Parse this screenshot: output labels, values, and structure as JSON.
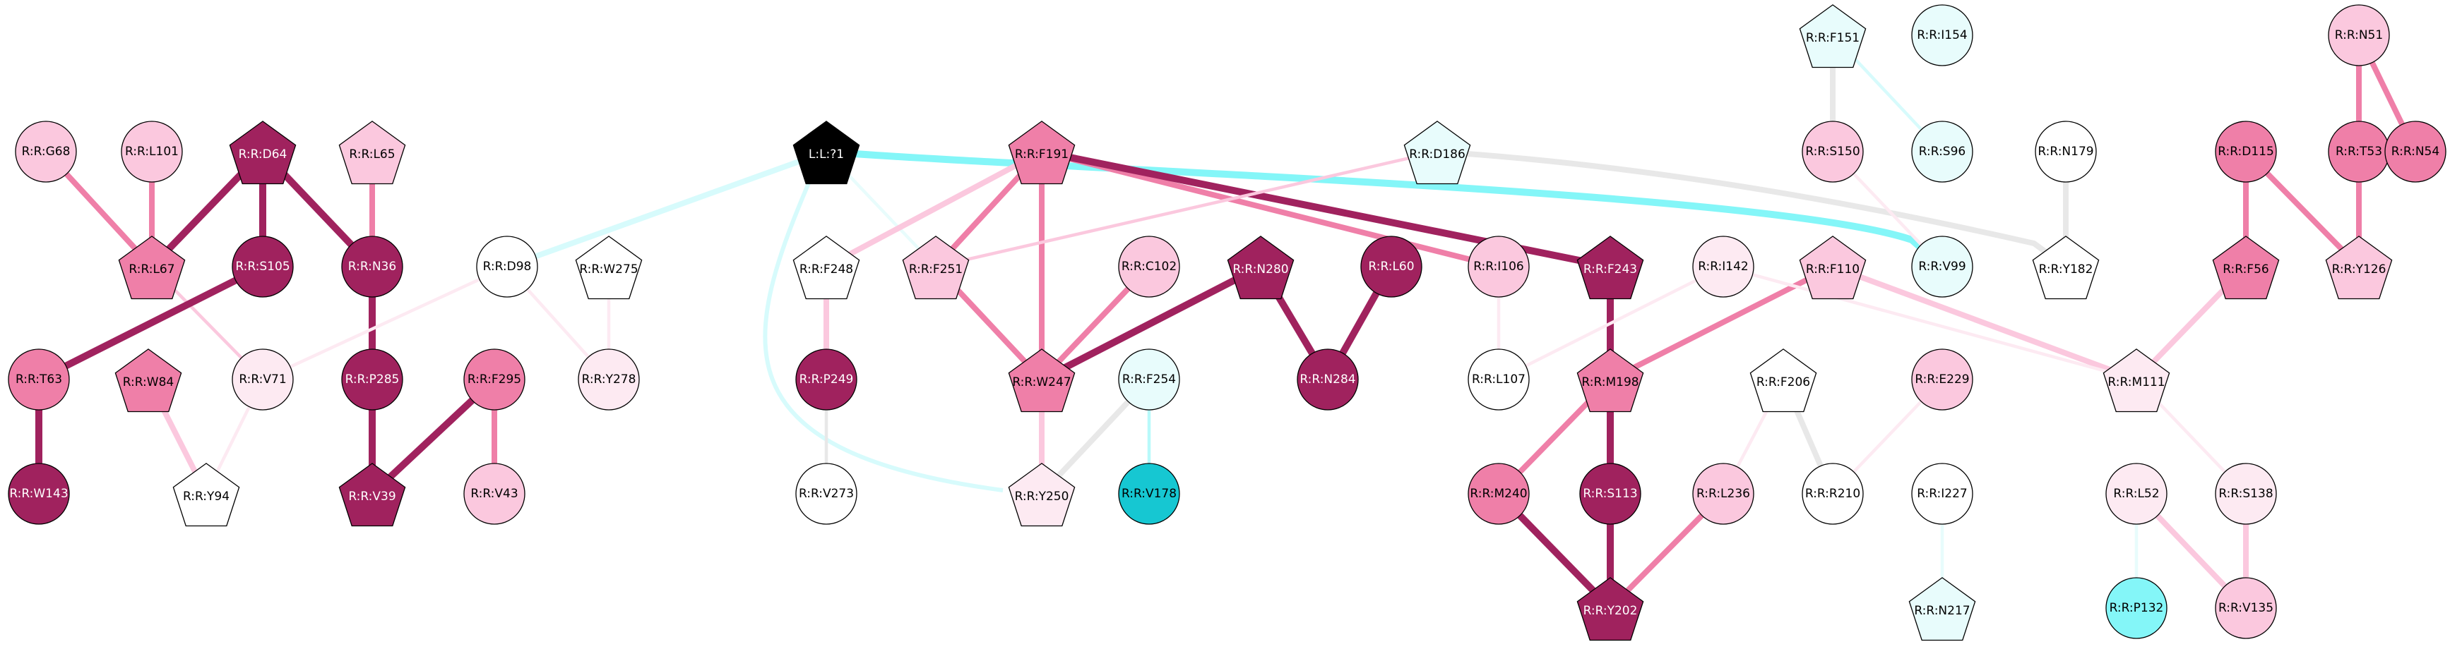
{
  "nodes": [
    {
      "id": "G68",
      "label": "R:R:G68",
      "shape": "circle",
      "fill": "#fbc8de",
      "text": "#000"
    },
    {
      "id": "L101",
      "label": "R:R:L101",
      "shape": "circle",
      "fill": "#fbc8de",
      "text": "#000"
    },
    {
      "id": "D64",
      "label": "R:R:D64",
      "shape": "pentagon",
      "fill": "#a0225e",
      "text": "#fff"
    },
    {
      "id": "L65",
      "label": "R:R:L65",
      "shape": "pentagon",
      "fill": "#fbc8de",
      "text": "#000"
    },
    {
      "id": "L67",
      "label": "R:R:L67",
      "shape": "pentagon",
      "fill": "#ef7fa8",
      "text": "#000"
    },
    {
      "id": "S105",
      "label": "R:R:S105",
      "shape": "circle",
      "fill": "#a0225e",
      "text": "#fff"
    },
    {
      "id": "N36",
      "label": "R:R:N36",
      "shape": "circle",
      "fill": "#a0225e",
      "text": "#fff"
    },
    {
      "id": "D98",
      "label": "R:R:D98",
      "shape": "circle",
      "fill": "#ffffff",
      "text": "#000"
    },
    {
      "id": "W275",
      "label": "R:R:W275",
      "shape": "pentagon",
      "fill": "#ffffff",
      "text": "#000"
    },
    {
      "id": "T63",
      "label": "R:R:T63",
      "shape": "circle",
      "fill": "#ef7fa8",
      "text": "#000"
    },
    {
      "id": "W84",
      "label": "R:R:W84",
      "shape": "pentagon",
      "fill": "#ef7fa8",
      "text": "#000"
    },
    {
      "id": "V71",
      "label": "R:R:V71",
      "shape": "circle",
      "fill": "#fdeaf2",
      "text": "#000"
    },
    {
      "id": "P285",
      "label": "R:R:P285",
      "shape": "circle",
      "fill": "#a0225e",
      "text": "#fff"
    },
    {
      "id": "F295",
      "label": "R:R:F295",
      "shape": "circle",
      "fill": "#ef7fa8",
      "text": "#000"
    },
    {
      "id": "Y278",
      "label": "R:R:Y278",
      "shape": "circle",
      "fill": "#fdeaf2",
      "text": "#000"
    },
    {
      "id": "W143",
      "label": "R:R:W143",
      "shape": "circle",
      "fill": "#a0225e",
      "text": "#fff"
    },
    {
      "id": "Y94",
      "label": "R:R:Y94",
      "shape": "pentagon",
      "fill": "#ffffff",
      "text": "#000"
    },
    {
      "id": "V39",
      "label": "R:R:V39",
      "shape": "pentagon",
      "fill": "#a0225e",
      "text": "#fff"
    },
    {
      "id": "V43",
      "label": "R:R:V43",
      "shape": "circle",
      "fill": "#fbc8de",
      "text": "#000"
    },
    {
      "id": "L71",
      "label": "L:L:?1",
      "shape": "pentagon",
      "fill": "#000000",
      "text": "#fff"
    },
    {
      "id": "F248",
      "label": "R:R:F248",
      "shape": "pentagon",
      "fill": "#ffffff",
      "text": "#000"
    },
    {
      "id": "P249",
      "label": "R:R:P249",
      "shape": "circle",
      "fill": "#a0225e",
      "text": "#fff"
    },
    {
      "id": "V273",
      "label": "R:R:V273",
      "shape": "circle",
      "fill": "#ffffff",
      "text": "#000"
    },
    {
      "id": "F191",
      "label": "R:R:F191",
      "shape": "pentagon",
      "fill": "#ef7fa8",
      "text": "#000"
    },
    {
      "id": "F251",
      "label": "R:R:F251",
      "shape": "pentagon",
      "fill": "#fbc8de",
      "text": "#000"
    },
    {
      "id": "C102",
      "label": "R:R:C102",
      "shape": "circle",
      "fill": "#fbc8de",
      "text": "#000"
    },
    {
      "id": "W247",
      "label": "R:R:W247",
      "shape": "pentagon",
      "fill": "#ef7fa8",
      "text": "#000"
    },
    {
      "id": "F254",
      "label": "R:R:F254",
      "shape": "circle",
      "fill": "#e8fcfc",
      "text": "#000"
    },
    {
      "id": "Y250",
      "label": "R:R:Y250",
      "shape": "pentagon",
      "fill": "#fdeaf2",
      "text": "#000"
    },
    {
      "id": "V178",
      "label": "R:R:V178",
      "shape": "circle",
      "fill": "#16c7d2",
      "text": "#000"
    },
    {
      "id": "N280",
      "label": "R:R:N280",
      "shape": "pentagon",
      "fill": "#a0225e",
      "text": "#fff"
    },
    {
      "id": "L60",
      "label": "R:R:L60",
      "shape": "circle",
      "fill": "#a0225e",
      "text": "#fff"
    },
    {
      "id": "N284",
      "label": "R:R:N284",
      "shape": "circle",
      "fill": "#a0225e",
      "text": "#fff"
    },
    {
      "id": "D186",
      "label": "R:R:D186",
      "shape": "pentagon",
      "fill": "#e8fcfc",
      "text": "#000"
    },
    {
      "id": "I106",
      "label": "R:R:I106",
      "shape": "circle",
      "fill": "#fbc8de",
      "text": "#000"
    },
    {
      "id": "L107",
      "label": "R:R:L107",
      "shape": "circle",
      "fill": "#ffffff",
      "text": "#000"
    },
    {
      "id": "F243",
      "label": "R:R:F243",
      "shape": "pentagon",
      "fill": "#a0225e",
      "text": "#fff"
    },
    {
      "id": "M198",
      "label": "R:R:M198",
      "shape": "pentagon",
      "fill": "#ef7fa8",
      "text": "#000"
    },
    {
      "id": "M240",
      "label": "R:R:M240",
      "shape": "circle",
      "fill": "#ef7fa8",
      "text": "#000"
    },
    {
      "id": "S113",
      "label": "R:R:S113",
      "shape": "circle",
      "fill": "#a0225e",
      "text": "#fff"
    },
    {
      "id": "L236",
      "label": "R:R:L236",
      "shape": "circle",
      "fill": "#fbc8de",
      "text": "#000"
    },
    {
      "id": "Y202",
      "label": "R:R:Y202",
      "shape": "pentagon",
      "fill": "#a0225e",
      "text": "#fff"
    },
    {
      "id": "I142",
      "label": "R:R:I142",
      "shape": "circle",
      "fill": "#fdeaf2",
      "text": "#000"
    },
    {
      "id": "F110",
      "label": "R:R:F110",
      "shape": "pentagon",
      "fill": "#fbc8de",
      "text": "#000"
    },
    {
      "id": "F206",
      "label": "R:R:F206",
      "shape": "pentagon",
      "fill": "#ffffff",
      "text": "#000"
    },
    {
      "id": "R210",
      "label": "R:R:R210",
      "shape": "circle",
      "fill": "#ffffff",
      "text": "#000"
    },
    {
      "id": "E229",
      "label": "R:R:E229",
      "shape": "circle",
      "fill": "#fbc8de",
      "text": "#000"
    },
    {
      "id": "I227",
      "label": "R:R:I227",
      "shape": "circle",
      "fill": "#ffffff",
      "text": "#000"
    },
    {
      "id": "N217",
      "label": "R:R:N217",
      "shape": "pentagon",
      "fill": "#e8fcfc",
      "text": "#000"
    },
    {
      "id": "F151",
      "label": "R:R:F151",
      "shape": "pentagon",
      "fill": "#e8fcfc",
      "text": "#000"
    },
    {
      "id": "I154",
      "label": "R:R:I154",
      "shape": "circle",
      "fill": "#e8fcfc",
      "text": "#000"
    },
    {
      "id": "S150",
      "label": "R:R:S150",
      "shape": "circle",
      "fill": "#fbc8de",
      "text": "#000"
    },
    {
      "id": "S96",
      "label": "R:R:S96",
      "shape": "circle",
      "fill": "#e8fcfc",
      "text": "#000"
    },
    {
      "id": "V99",
      "label": "R:R:V99",
      "shape": "circle",
      "fill": "#e8fcfc",
      "text": "#000"
    },
    {
      "id": "N179",
      "label": "R:R:N179",
      "shape": "circle",
      "fill": "#ffffff",
      "text": "#000"
    },
    {
      "id": "Y182",
      "label": "R:R:Y182",
      "shape": "pentagon",
      "fill": "#ffffff",
      "text": "#000"
    },
    {
      "id": "N51",
      "label": "R:R:N51",
      "shape": "circle",
      "fill": "#fbc8de",
      "text": "#000"
    },
    {
      "id": "D115",
      "label": "R:R:D115",
      "shape": "circle",
      "fill": "#ef7fa8",
      "text": "#000"
    },
    {
      "id": "T53",
      "label": "R:R:T53",
      "shape": "circle",
      "fill": "#ef7fa8",
      "text": "#000"
    },
    {
      "id": "N54",
      "label": "R:R:N54",
      "shape": "circle",
      "fill": "#ef7fa8",
      "text": "#000"
    },
    {
      "id": "F56",
      "label": "R:R:F56",
      "shape": "pentagon",
      "fill": "#ef7fa8",
      "text": "#000"
    },
    {
      "id": "Y126",
      "label": "R:R:Y126",
      "shape": "pentagon",
      "fill": "#fbc8de",
      "text": "#000"
    },
    {
      "id": "M111",
      "label": "R:R:M111",
      "shape": "pentagon",
      "fill": "#fdeaf2",
      "text": "#000"
    },
    {
      "id": "L52",
      "label": "R:R:L52",
      "shape": "circle",
      "fill": "#fdeaf2",
      "text": "#000"
    },
    {
      "id": "S138",
      "label": "R:R:S138",
      "shape": "circle",
      "fill": "#fdeaf2",
      "text": "#000"
    },
    {
      "id": "P132",
      "label": "R:R:P132",
      "shape": "circle",
      "fill": "#84f6f8",
      "text": "#000"
    },
    {
      "id": "V135",
      "label": "R:R:V135",
      "shape": "circle",
      "fill": "#fbc8de",
      "text": "#000"
    }
  ],
  "edges": [
    {
      "from": "G68",
      "to": "L67",
      "color": "#ef7fa8",
      "weight": "mid"
    },
    {
      "from": "L101",
      "to": "L67",
      "color": "#ef7fa8",
      "weight": "mid"
    },
    {
      "from": "D64",
      "to": "L67",
      "color": "#a0225e",
      "weight": "thick"
    },
    {
      "from": "D64",
      "to": "S105",
      "color": "#a0225e",
      "weight": "thick"
    },
    {
      "from": "D64",
      "to": "N36",
      "color": "#a0225e",
      "weight": "thick"
    },
    {
      "from": "L65",
      "to": "N36",
      "color": "#ef7fa8",
      "weight": "mid"
    },
    {
      "from": "L67",
      "to": "V71",
      "color": "#fbc8de",
      "weight": "thin"
    },
    {
      "from": "S105",
      "to": "T63",
      "color": "#a0225e",
      "weight": "thick"
    },
    {
      "from": "T63",
      "to": "W143",
      "color": "#a0225e",
      "weight": "thick"
    },
    {
      "from": "N36",
      "to": "P285",
      "color": "#a0225e",
      "weight": "thick"
    },
    {
      "from": "P285",
      "to": "V39",
      "color": "#a0225e",
      "weight": "thick"
    },
    {
      "from": "F295",
      "to": "V39",
      "color": "#a0225e",
      "weight": "thick"
    },
    {
      "from": "F295",
      "to": "V43",
      "color": "#ef7fa8",
      "weight": "mid"
    },
    {
      "from": "W84",
      "to": "Y94",
      "color": "#fbc8de",
      "weight": "mid"
    },
    {
      "from": "V71",
      "to": "Y94",
      "color": "#fdeaf2",
      "weight": "thin"
    },
    {
      "from": "D98",
      "to": "V71",
      "color": "#fdeaf2",
      "weight": "thin"
    },
    {
      "from": "D98",
      "to": "Y278",
      "color": "#fdeaf2",
      "weight": "thin"
    },
    {
      "from": "W275",
      "to": "Y278",
      "color": "#fdeaf2",
      "weight": "thin"
    },
    {
      "from": "L71",
      "to": "D98",
      "color": "#d7fbfc",
      "weight": "mid"
    },
    {
      "from": "L71",
      "to": "F251",
      "color": "#e8fcfc",
      "weight": "thin"
    },
    {
      "from": "L71",
      "to": "V99",
      "color": "#84f6f8",
      "weight": "thick"
    },
    {
      "from": "F248",
      "to": "P249",
      "color": "#fbc8de",
      "weight": "mid"
    },
    {
      "from": "P249",
      "to": "V273",
      "color": "#e8e8e8",
      "weight": "thin"
    },
    {
      "from": "F191",
      "to": "F248",
      "color": "#fbc8de",
      "weight": "mid"
    },
    {
      "from": "F191",
      "to": "F251",
      "color": "#ef7fa8",
      "weight": "mid"
    },
    {
      "from": "F191",
      "to": "W247",
      "color": "#ef7fa8",
      "weight": "mid"
    },
    {
      "from": "F191",
      "to": "I106",
      "color": "#ef7fa8",
      "weight": "mid"
    },
    {
      "from": "F191",
      "to": "F243",
      "color": "#a0225e",
      "weight": "thick"
    },
    {
      "from": "F251",
      "to": "W247",
      "color": "#ef7fa8",
      "weight": "mid"
    },
    {
      "from": "C102",
      "to": "W247",
      "color": "#ef7fa8",
      "weight": "mid"
    },
    {
      "from": "N280",
      "to": "W247",
      "color": "#a0225e",
      "weight": "thick"
    },
    {
      "from": "N280",
      "to": "N284",
      "color": "#a0225e",
      "weight": "thick"
    },
    {
      "from": "L60",
      "to": "N284",
      "color": "#a0225e",
      "weight": "thick"
    },
    {
      "from": "W247",
      "to": "Y250",
      "color": "#fbc8de",
      "weight": "mid"
    },
    {
      "from": "F254",
      "to": "Y250",
      "color": "#e8e8e8",
      "weight": "mid"
    },
    {
      "from": "F254",
      "to": "V178",
      "color": "#b8f9fa",
      "weight": "thin"
    },
    {
      "from": "D186",
      "to": "F251",
      "color": "#fbc8de",
      "weight": "thin"
    },
    {
      "from": "D186",
      "to": "Y182",
      "color": "#e8e8e8",
      "weight": "mid"
    },
    {
      "from": "I106",
      "to": "L107",
      "color": "#fdeaf2",
      "weight": "thin"
    },
    {
      "from": "F243",
      "to": "M198",
      "color": "#a0225e",
      "weight": "thick"
    },
    {
      "from": "M198",
      "to": "M240",
      "color": "#ef7fa8",
      "weight": "mid"
    },
    {
      "from": "M198",
      "to": "S113",
      "color": "#a0225e",
      "weight": "thick"
    },
    {
      "from": "F110",
      "to": "M198",
      "color": "#ef7fa8",
      "weight": "mid"
    },
    {
      "from": "F110",
      "to": "M111",
      "color": "#fbc8de",
      "weight": "mid"
    },
    {
      "from": "M240",
      "to": "Y202",
      "color": "#a0225e",
      "weight": "thick"
    },
    {
      "from": "S113",
      "to": "Y202",
      "color": "#a0225e",
      "weight": "thick"
    },
    {
      "from": "L236",
      "to": "Y202",
      "color": "#ef7fa8",
      "weight": "mid"
    },
    {
      "from": "F206",
      "to": "L236",
      "color": "#fdeaf2",
      "weight": "thin"
    },
    {
      "from": "F206",
      "to": "R210",
      "color": "#e8e8e8",
      "weight": "mid"
    },
    {
      "from": "E229",
      "to": "R210",
      "color": "#fdeaf2",
      "weight": "thin"
    },
    {
      "from": "I142",
      "to": "L107",
      "color": "#fdeaf2",
      "weight": "thin"
    },
    {
      "from": "I142",
      "to": "M111",
      "color": "#fdeaf2",
      "weight": "thin"
    },
    {
      "from": "I227",
      "to": "N217",
      "color": "#e8fcfc",
      "weight": "thin"
    },
    {
      "from": "F151",
      "to": "S150",
      "color": "#e8e8e8",
      "weight": "mid"
    },
    {
      "from": "F151",
      "to": "S96",
      "color": "#d7fbfc",
      "weight": "thin"
    },
    {
      "from": "S150",
      "to": "V99",
      "color": "#fdeaf2",
      "weight": "thin"
    },
    {
      "from": "N179",
      "to": "Y182",
      "color": "#e8e8e8",
      "weight": "mid"
    },
    {
      "from": "N51",
      "to": "T53",
      "color": "#ef7fa8",
      "weight": "mid"
    },
    {
      "from": "N51",
      "to": "N54",
      "color": "#ef7fa8",
      "weight": "mid"
    },
    {
      "from": "T53",
      "to": "Y126",
      "color": "#ef7fa8",
      "weight": "mid"
    },
    {
      "from": "D115",
      "to": "F56",
      "color": "#ef7fa8",
      "weight": "mid"
    },
    {
      "from": "D115",
      "to": "Y126",
      "color": "#ef7fa8",
      "weight": "mid"
    },
    {
      "from": "F56",
      "to": "M111",
      "color": "#fbc8de",
      "weight": "mid"
    },
    {
      "from": "M111",
      "to": "S138",
      "color": "#fdeaf2",
      "weight": "thin"
    },
    {
      "from": "L52",
      "to": "P132",
      "color": "#e8fcfc",
      "weight": "thin"
    },
    {
      "from": "L52",
      "to": "V135",
      "color": "#fbc8de",
      "weight": "mid"
    },
    {
      "from": "S138",
      "to": "V135",
      "color": "#fbc8de",
      "weight": "mid"
    }
  ]
}
